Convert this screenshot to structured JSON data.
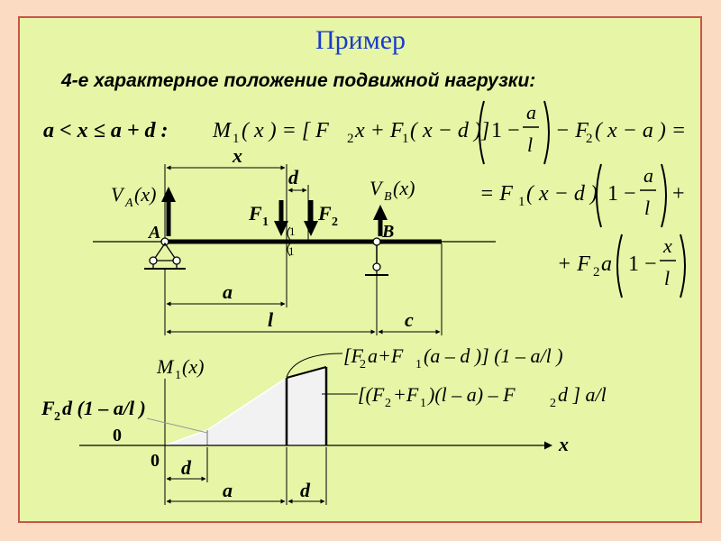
{
  "colors": {
    "background": "#fbdcc3",
    "panel": "#e6f5a6",
    "frame": "#c8544a",
    "title": "#1a3bcc",
    "moment_fill": "#f2f2f2"
  },
  "title": "Пример",
  "subtitle": "4-е характерное положение подвижной нагрузки:",
  "formula": {
    "condition": "a < x ≤ a + d :",
    "lhs": "M",
    "lhs_sub": "1",
    "lhs_arg": "( x ) = [ F",
    "term1_tail": "x + F",
    "term1_arg": "( x − d )]",
    "paren1_one": "1 −",
    "frac_num": "a",
    "frac_den": "l",
    "minus_f2": "− F",
    "f2_arg": "( x − a ) =",
    "line2_eq": "= F",
    "line2_arg": "( x − d )",
    "line2_one": "1 −",
    "line2_num": "a",
    "line2_den": "l",
    "line2_plus": "+",
    "line3_plus": "+ F",
    "line3_a": "a",
    "line3_one": "1 −",
    "line3_num": "x",
    "line3_den": "l",
    "sub_1": "1",
    "sub_2": "2"
  },
  "beam": {
    "x_label": "x",
    "d_label": "d",
    "va_label": "V",
    "va_sub": "A",
    "va_arg": "(x)",
    "vb_label": "V",
    "vb_sub": "B",
    "vb_arg": "(x)",
    "f1_label": "F",
    "f1_sub": "1",
    "f2_label": "F",
    "f2_sub": "2",
    "support_a": "A",
    "support_b": "B",
    "section_top": "1",
    "section_bottom": "1",
    "dim_a": "a",
    "dim_l": "l",
    "dim_c": "c"
  },
  "diagram": {
    "m_label": "M",
    "m_sub": "1",
    "m_arg": "(x)",
    "x_axis": "x",
    "zero_left": "0",
    "zero_bottom": "0",
    "label_top": "[F",
    "label_top_a": "a+F",
    "label_top_tail": "(a – d )] (1 – a/l )",
    "label_mid": "[(F",
    "label_mid_b": "+F",
    "label_mid_c": ")(l – a) – F",
    "label_mid_tail": "d ] a/l",
    "label_left": "F",
    "label_left_tail": "d (1 – a/l )",
    "dim_d1": "d",
    "dim_a": "a",
    "dim_d2": "d",
    "sub_1": "1",
    "sub_2": "2"
  }
}
